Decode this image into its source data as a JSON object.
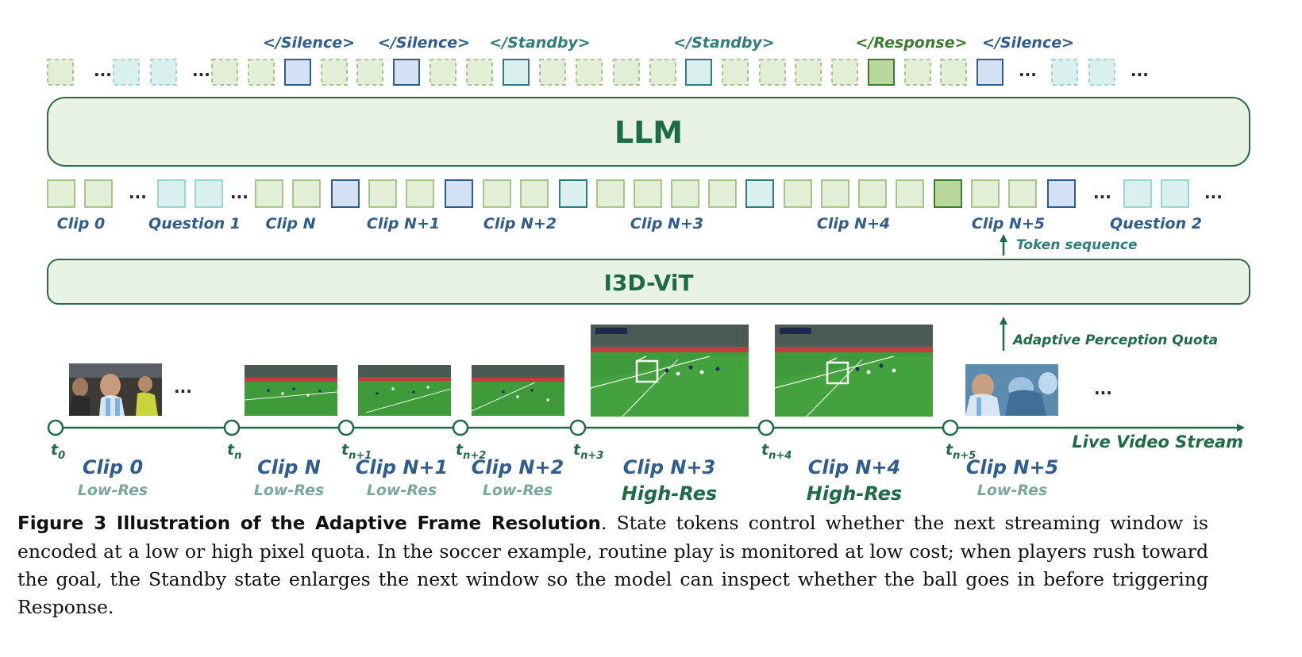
{
  "colors": {
    "green_dark": "#1e6b46",
    "green_fill": "#e2eed6",
    "green_stroke": "#94b978",
    "blue_fill": "#d4e0f4",
    "blue_stroke": "#2f5d8e",
    "teal_fill": "#d9f0ee",
    "teal_stroke": "#2f7d7d",
    "response_fill": "#b8d89e",
    "response_stroke": "#3e7a30",
    "clip_label": "#2f5d8e",
    "lowres_label": "#7aa89a"
  },
  "output_states": [
    {
      "label": "</Silence>",
      "kind": "silence"
    },
    {
      "label": "</Silence>",
      "kind": "silence"
    },
    {
      "label": "</Standby>",
      "kind": "standby"
    },
    {
      "label": "</Standby>",
      "kind": "standby"
    },
    {
      "label": "</Response>",
      "kind": "response"
    },
    {
      "label": "</Silence>",
      "kind": "silence"
    }
  ],
  "ellipsis": "...",
  "llm_label": "LLM",
  "encoder_label": "I3D-ViT",
  "input_group_labels": [
    "Clip 0",
    "Question 1",
    "Clip N",
    "Clip N+1",
    "Clip N+2",
    "Clip N+3",
    "Clip N+4",
    "Clip N+5",
    "Question 2"
  ],
  "token_sequence_label": "Token sequence",
  "adaptive_quota_label": "Adaptive Perception Quota",
  "live_stream_label": "Live Video Stream",
  "timeline": {
    "ticks": [
      {
        "base": "t",
        "sub": "0"
      },
      {
        "base": "t",
        "sub": "n"
      },
      {
        "base": "t",
        "sub": "n+1"
      },
      {
        "base": "t",
        "sub": "n+2"
      },
      {
        "base": "t",
        "sub": "n+3"
      },
      {
        "base": "t",
        "sub": "n+4"
      },
      {
        "base": "t",
        "sub": "n+5"
      }
    ],
    "clips": [
      {
        "name": "Clip 0",
        "res": "Low-Res",
        "high": false,
        "thumb": "player-closeup"
      },
      {
        "name": "Clip N",
        "res": "Low-Res",
        "high": false,
        "thumb": "soccer-field"
      },
      {
        "name": "Clip N+1",
        "res": "Low-Res",
        "high": false,
        "thumb": "soccer-field"
      },
      {
        "name": "Clip N+2",
        "res": "Low-Res",
        "high": false,
        "thumb": "soccer-field"
      },
      {
        "name": "Clip N+3",
        "res": "High-Res",
        "high": true,
        "thumb": "goal-area"
      },
      {
        "name": "Clip N+4",
        "res": "High-Res",
        "high": true,
        "thumb": "goal-area"
      },
      {
        "name": "Clip N+5",
        "res": "Low-Res",
        "high": false,
        "thumb": "crowd-celebration"
      }
    ]
  },
  "caption": {
    "title": "Figure 3  Illustration of the Adaptive Frame Resolution",
    "text": ". State tokens control whether the next streaming window is encoded at a low or high pixel quota. In the soccer example, routine play is monitored at low cost; when players rush toward the goal, the Standby state enlarges the next window so the model can inspect whether the ball goes in before triggering Response."
  }
}
